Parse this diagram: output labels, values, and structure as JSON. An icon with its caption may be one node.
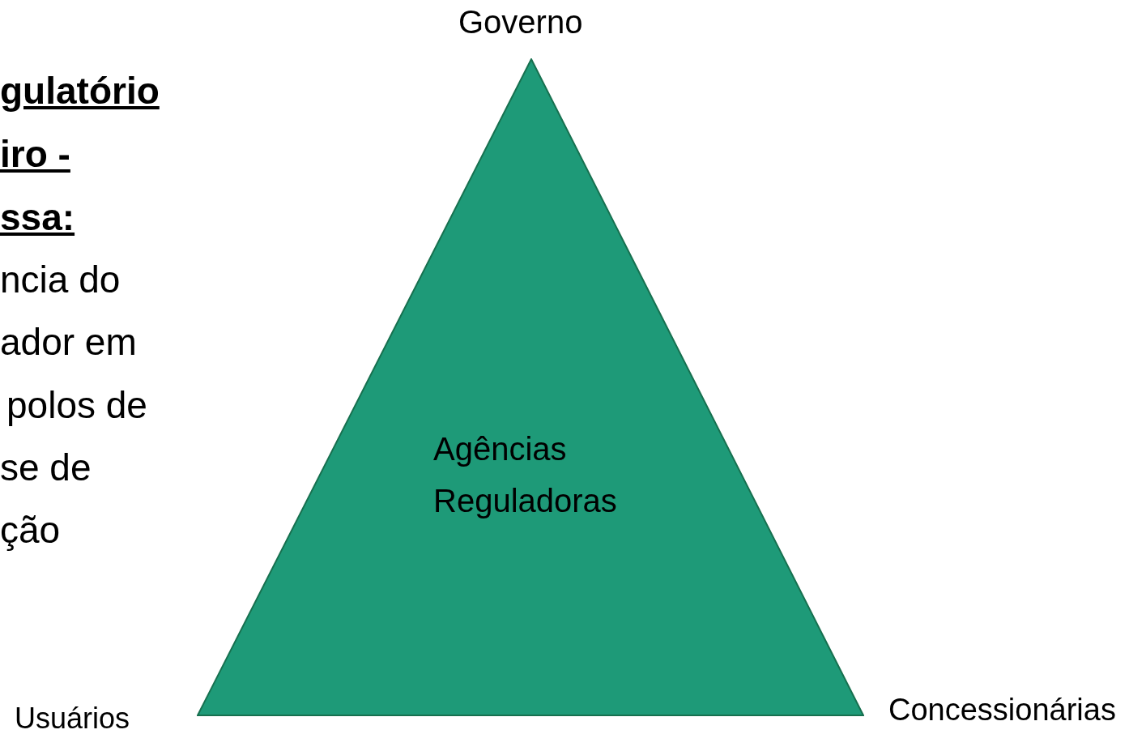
{
  "diagram": {
    "nodes": [
      {
        "text": [
          "Agências Reguladoras"
        ],
        "beside": [
          "Governo",
          "Usuários",
          "Concessionárias"
        ]
      }
    ],
    "edges": [],
    "labels": [
      "gulatório",
      "iro -",
      "ssa:",
      "ncia do",
      "ador em",
      "polos de",
      "se de",
      "ção"
    ]
  }
}
